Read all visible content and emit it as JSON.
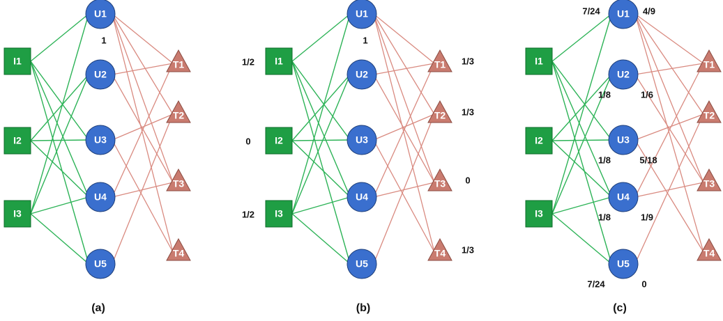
{
  "colors": {
    "item_fill": "#1f9e44",
    "item_stroke": "#0e6b2a",
    "user_fill": "#3a6fce",
    "user_stroke": "#1e3f7a",
    "tag_fill": "#c97b6f",
    "tag_stroke": "#8a4a40",
    "item_edge": "#2db357",
    "tag_edge": "#d98a80"
  },
  "panels": [
    {
      "caption": "(a)",
      "items": [
        "I1",
        "I2",
        "I3"
      ],
      "users": [
        "U1",
        "U2",
        "U3",
        "U4",
        "U5"
      ],
      "tags": [
        "T1",
        "T2",
        "T3",
        "T4"
      ],
      "item_values": [
        "",
        "",
        ""
      ],
      "user_values": [
        "1",
        "",
        "",
        "",
        ""
      ],
      "user_left_values": [
        "",
        "",
        "",
        "",
        ""
      ],
      "user_right_values": [
        "",
        "",
        "",
        "",
        ""
      ],
      "tag_values": [
        "",
        "",
        "",
        ""
      ]
    },
    {
      "caption": "(b)",
      "items": [
        "I1",
        "I2",
        "I3"
      ],
      "users": [
        "U1",
        "U2",
        "U3",
        "U4",
        "U5"
      ],
      "tags": [
        "T1",
        "T2",
        "T3",
        "T4"
      ],
      "item_values": [
        "1/2",
        "0",
        "1/2"
      ],
      "user_values": [
        "1",
        "",
        "",
        "",
        ""
      ],
      "user_left_values": [
        "",
        "",
        "",
        "",
        ""
      ],
      "user_right_values": [
        "",
        "",
        "",
        "",
        ""
      ],
      "tag_values": [
        "1/3",
        "1/3",
        "0",
        "1/3"
      ]
    },
    {
      "caption": "(c)",
      "items": [
        "I1",
        "I2",
        "I3"
      ],
      "users": [
        "U1",
        "U2",
        "U3",
        "U4",
        "U5"
      ],
      "tags": [
        "T1",
        "T2",
        "T3",
        "T4"
      ],
      "item_values": [
        "",
        "",
        ""
      ],
      "user_values": [
        "",
        "",
        "",
        "",
        ""
      ],
      "user_left_values": [
        "7/24",
        "1/8",
        "1/8",
        "1/8",
        "7/24"
      ],
      "user_right_values": [
        "4/9",
        "1/6",
        "5/18",
        "1/9",
        "0"
      ],
      "tag_values": [
        "",
        "",
        "",
        ""
      ]
    }
  ],
  "item_user_edges": [
    [
      0,
      0
    ],
    [
      0,
      2
    ],
    [
      0,
      3
    ],
    [
      0,
      4
    ],
    [
      1,
      1
    ],
    [
      1,
      2
    ],
    [
      1,
      3
    ],
    [
      2,
      0
    ],
    [
      2,
      1
    ],
    [
      2,
      3
    ],
    [
      2,
      4
    ]
  ],
  "user_tag_edges": [
    [
      0,
      0
    ],
    [
      0,
      1
    ],
    [
      0,
      2
    ],
    [
      0,
      3
    ],
    [
      1,
      0
    ],
    [
      1,
      2
    ],
    [
      2,
      1
    ],
    [
      2,
      3
    ],
    [
      3,
      0
    ],
    [
      3,
      2
    ],
    [
      4,
      1
    ]
  ]
}
